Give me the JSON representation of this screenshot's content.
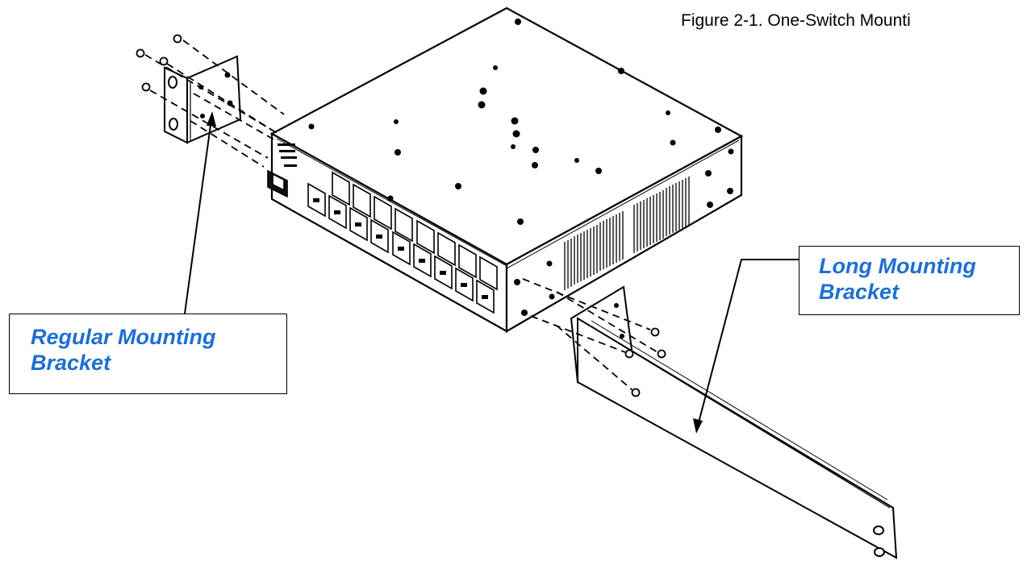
{
  "figure": {
    "caption": "Figure 2-1. One-Switch Mounti"
  },
  "callouts": {
    "regular": {
      "line1": "Regular Mounting",
      "line2": "Bracket"
    },
    "long": {
      "line1": "Long Mounting",
      "line2": "Bracket"
    }
  },
  "colors": {
    "callout_text": "#1f6fd0",
    "line_art": "#000000",
    "background": "#ffffff"
  }
}
